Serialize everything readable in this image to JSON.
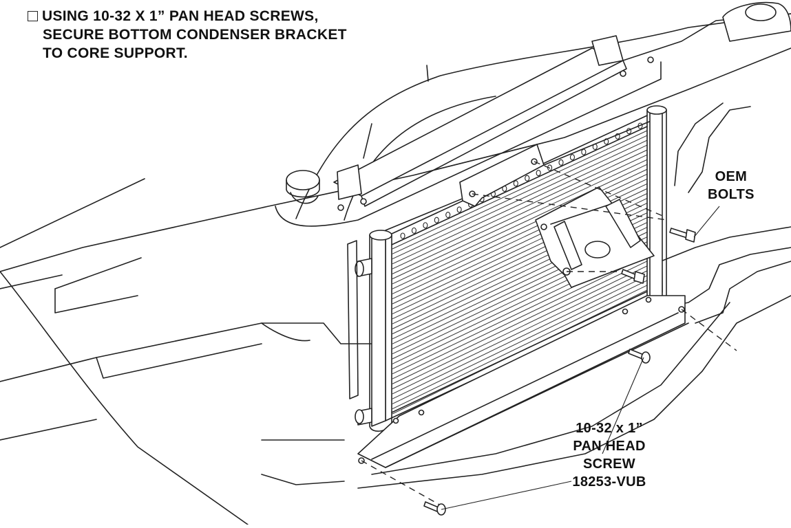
{
  "instruction": {
    "lines": [
      "USING 10-32 X 1” PAN HEAD SCREWS,",
      "SECURE BOTTOM CONDENSER BRACKET",
      "TO CORE SUPPORT."
    ]
  },
  "callouts": {
    "oem_bolts": [
      "OEM",
      "BOLTS"
    ],
    "pan_head_screw": [
      "10-32 x 1”",
      "PAN HEAD",
      "SCREW",
      "18253-VUB"
    ]
  },
  "colors": {
    "line": "#222222",
    "background": "#ffffff"
  }
}
